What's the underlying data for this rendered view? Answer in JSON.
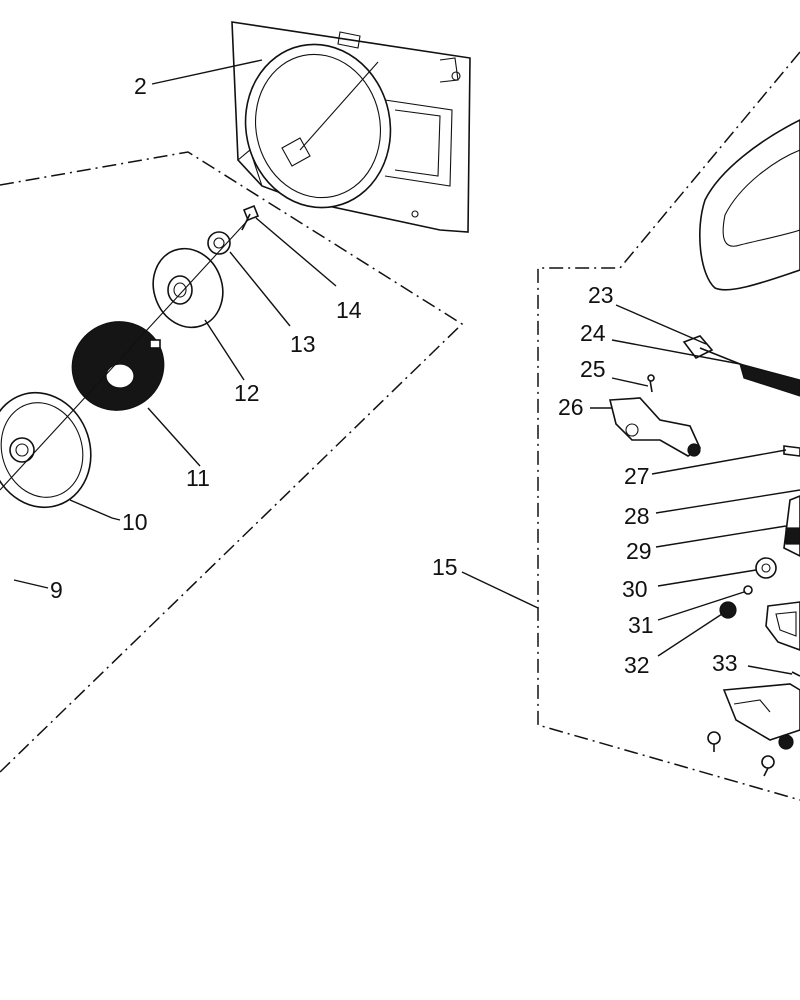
{
  "diagram": {
    "callouts": [
      {
        "id": "2",
        "label": "2"
      },
      {
        "id": "9",
        "label": "9"
      },
      {
        "id": "10",
        "label": "10"
      },
      {
        "id": "11",
        "label": "11"
      },
      {
        "id": "12",
        "label": "12"
      },
      {
        "id": "13",
        "label": "13"
      },
      {
        "id": "14",
        "label": "14"
      },
      {
        "id": "15",
        "label": "15"
      },
      {
        "id": "23",
        "label": "23"
      },
      {
        "id": "24",
        "label": "24"
      },
      {
        "id": "25",
        "label": "25"
      },
      {
        "id": "26",
        "label": "26"
      },
      {
        "id": "27",
        "label": "27"
      },
      {
        "id": "28",
        "label": "28"
      },
      {
        "id": "29",
        "label": "29"
      },
      {
        "id": "30",
        "label": "30"
      },
      {
        "id": "31",
        "label": "31"
      },
      {
        "id": "32",
        "label": "32"
      },
      {
        "id": "33",
        "label": "33"
      }
    ]
  }
}
